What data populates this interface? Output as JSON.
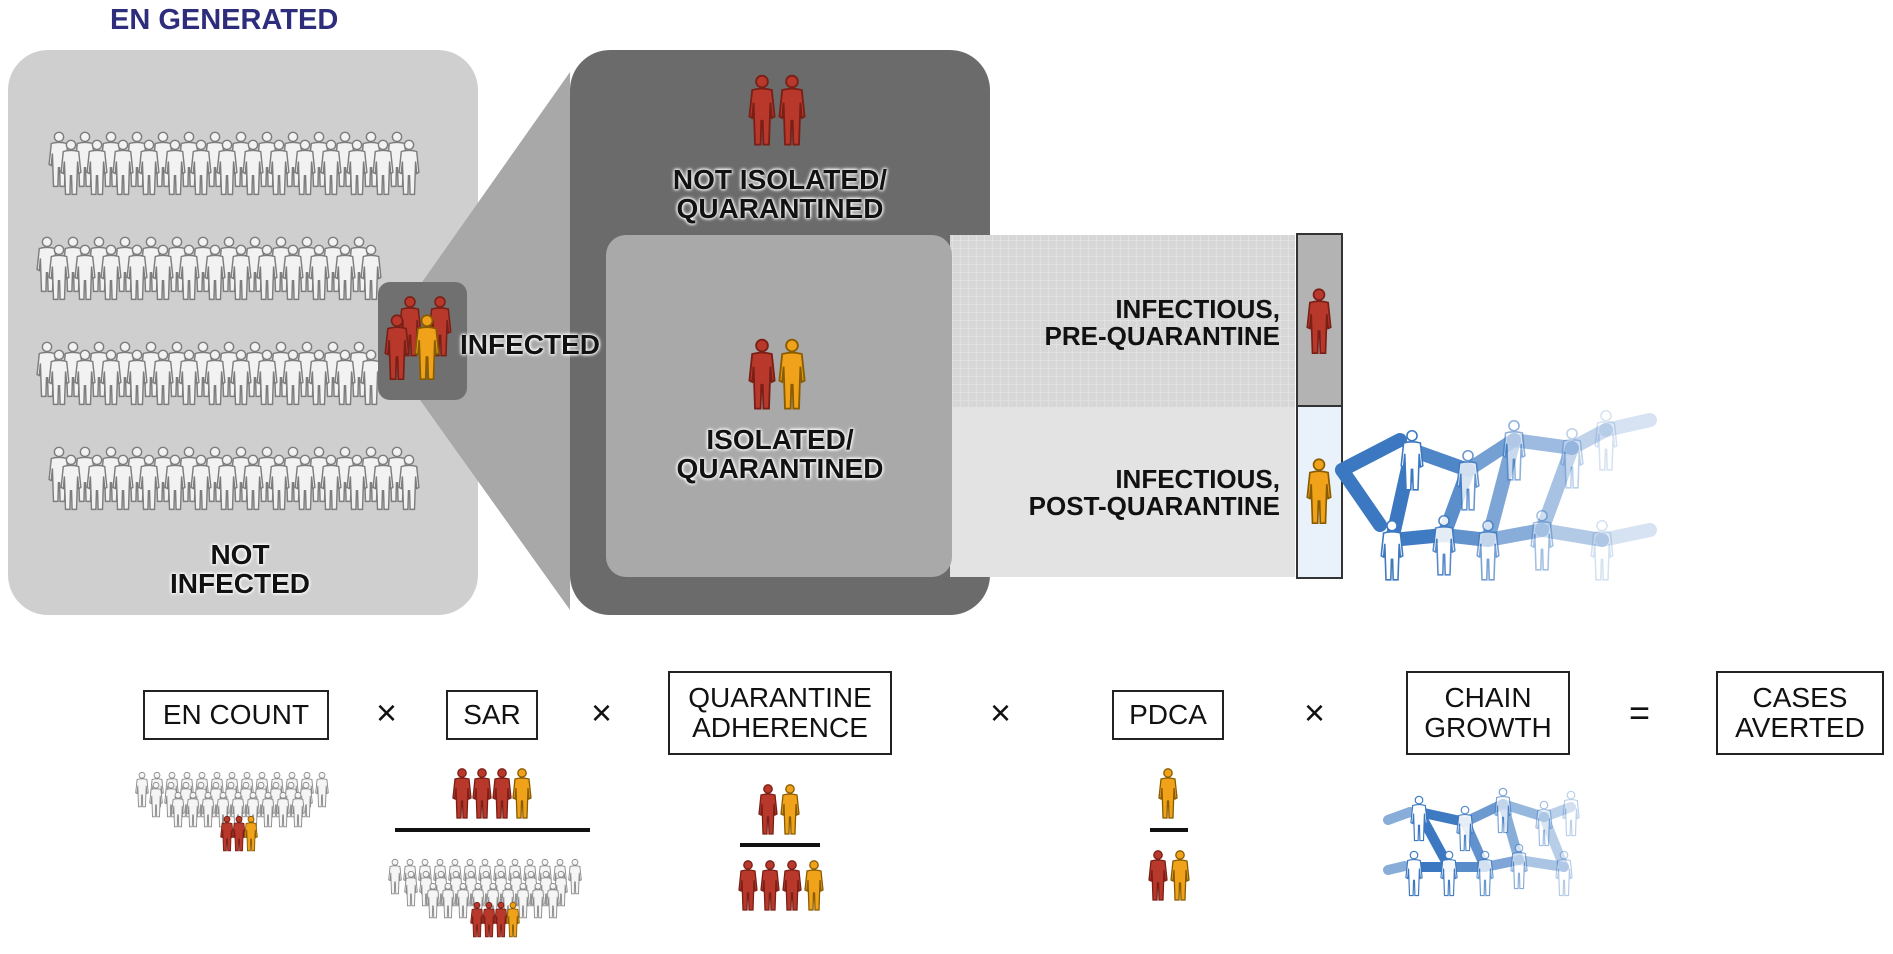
{
  "title": "EN GENERATED",
  "panel_labels": {
    "not_infected": "NOT\nINFECTED",
    "infected": "INFECTED",
    "not_isolated": "NOT ISOLATED/\nQUARANTINED",
    "isolated": "ISOLATED/\nQUARANTINED",
    "pre_quarantine": "INFECTIOUS,\nPRE-QUARANTINE",
    "post_quarantine": "INFECTIOUS,\nPOST-QUARANTINE"
  },
  "formula": {
    "terms": [
      "EN COUNT",
      "SAR",
      "QUARANTINE\nADHERENCE",
      "PDCA",
      "CHAIN\nGROWTH"
    ],
    "times": "×",
    "equals": "=",
    "result": "CASES\nAVERTED"
  },
  "colors": {
    "title": "#2e2d7c",
    "infected_red": "#b8392c",
    "infected_orange": "#f0a21a",
    "chain_blue": "#3b78c1",
    "gray_person": "#8a8a8a"
  },
  "icons": [
    "person-icon-gray",
    "person-icon-red",
    "person-icon-orange",
    "person-icon-blue"
  ]
}
